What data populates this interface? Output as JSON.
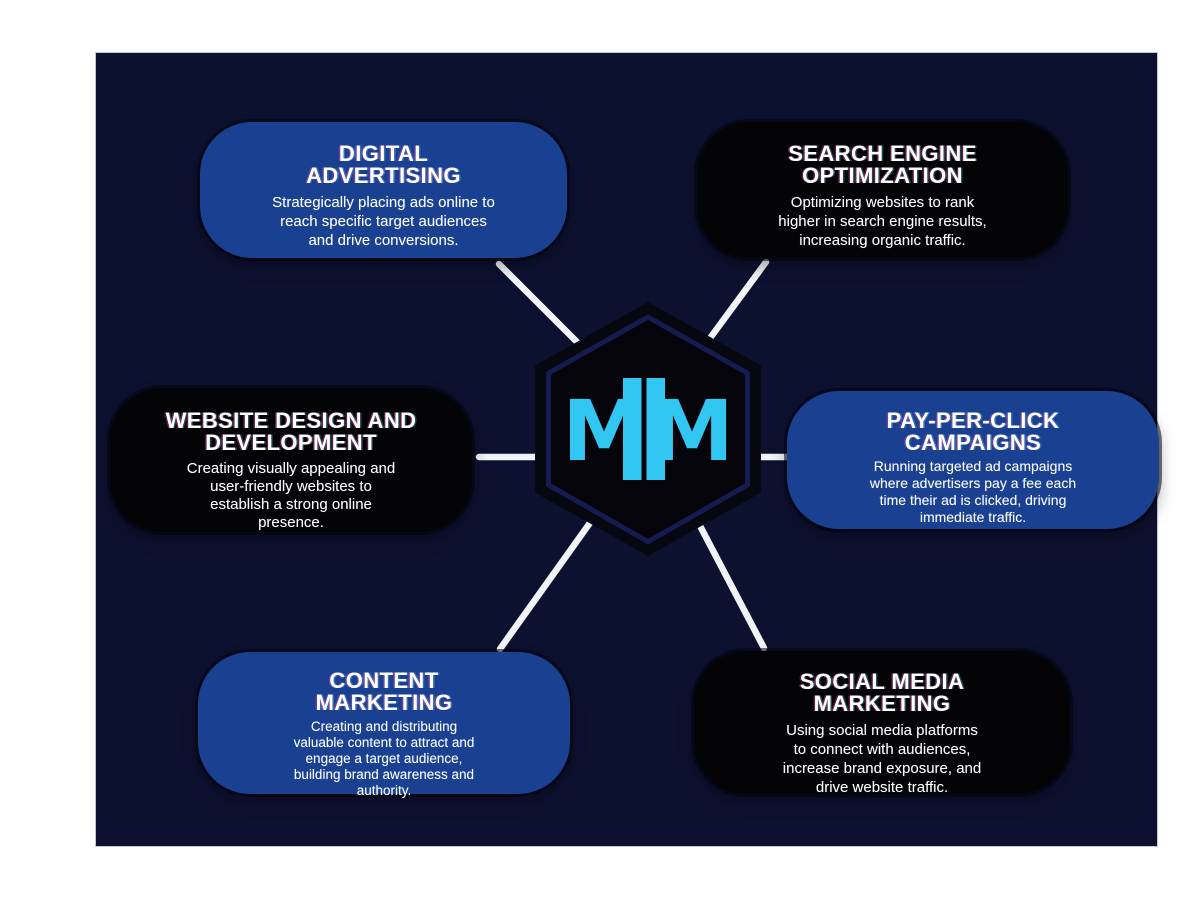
{
  "canvas": {
    "background_color": "#0d1130",
    "page_background": "#ffffff"
  },
  "colors": {
    "node_blue": "#1a4191",
    "node_black": "#040407",
    "accent_cyan": "#32c7f3",
    "connector_white": "#f2f3f7",
    "text_white": "#ffffff"
  },
  "logo": {
    "left_letter": "M",
    "right_letter": "M",
    "shape": "hexagon"
  },
  "nodes": [
    {
      "id": "digital-advertising",
      "variant": "blue",
      "title": "DIGITAL\nADVERTISING",
      "body": "Strategically placing ads online to\nreach specific target audiences\nand drive conversions."
    },
    {
      "id": "search-engine-optimization",
      "variant": "black",
      "title": "SEARCH ENGINE\nOPTIMIZATION",
      "body": "Optimizing websites to rank\nhigher in search engine results,\nincreasing organic traffic."
    },
    {
      "id": "website-design-and-development",
      "variant": "black",
      "title": "WEBSITE DESIGN AND\nDEVELOPMENT",
      "body": "Creating visually appealing and\nuser-friendly websites to\nestablish a strong online\npresence."
    },
    {
      "id": "pay-per-click-campaigns",
      "variant": "blue",
      "title": "PAY-PER-CLICK\nCAMPAIGNS",
      "body": "Running targeted ad campaigns\nwhere advertisers pay a fee each\ntime their ad is clicked, driving\nimmediate traffic."
    },
    {
      "id": "content-marketing",
      "variant": "blue",
      "title": "CONTENT\nMARKETING",
      "body": "Creating and distributing\nvaluable content to attract and\nengage a target audience,\nbuilding brand awareness and\nauthority."
    },
    {
      "id": "social-media-marketing",
      "variant": "black",
      "title": "SOCIAL MEDIA\nMARKETING",
      "body": "Using social media platforms\nto connect with audiences,\nincrease brand exposure, and\ndrive website traffic."
    }
  ]
}
